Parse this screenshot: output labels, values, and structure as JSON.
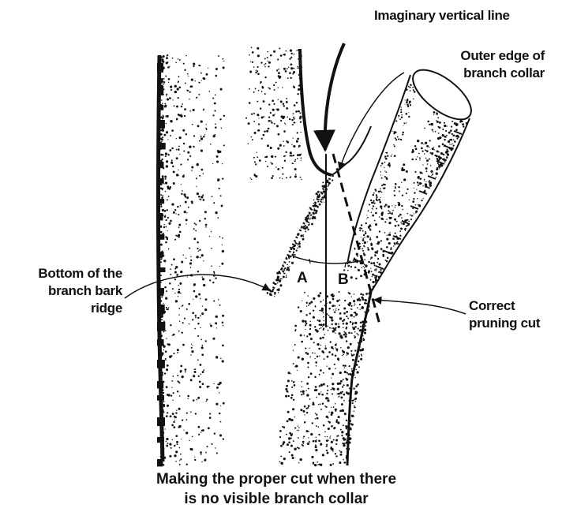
{
  "labels": {
    "vertical_line": "Imaginary vertical line",
    "collar_edge_1": "Outer edge of",
    "collar_edge_2": "branch collar",
    "ridge_1": "Bottom of the",
    "ridge_2": "branch bark",
    "ridge_3": "ridge",
    "cut_1": "Correct",
    "cut_2": "pruning cut",
    "angle_a": "A",
    "angle_b": "B"
  },
  "caption": {
    "line_1": "Making the proper cut when there",
    "line_2": "is no visible branch collar"
  }
}
